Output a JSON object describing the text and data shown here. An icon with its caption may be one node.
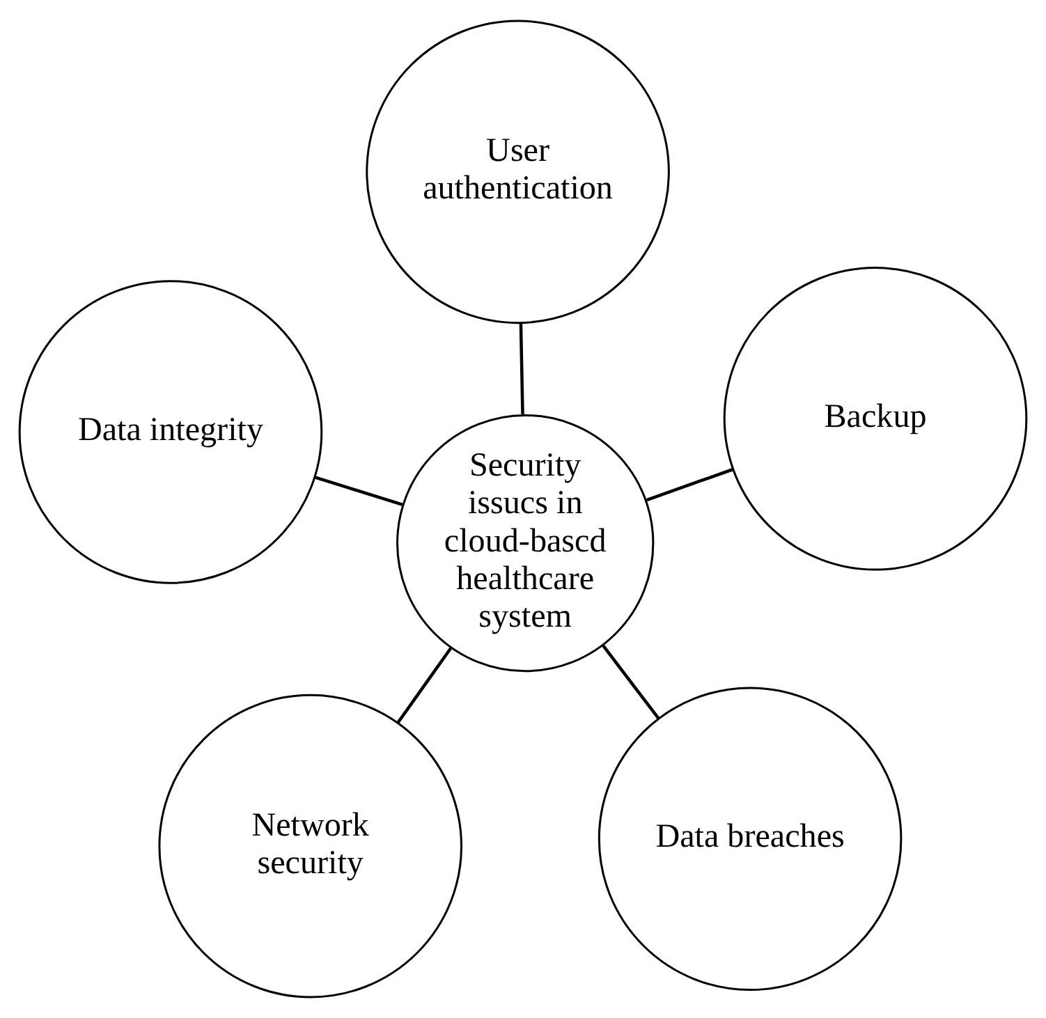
{
  "diagram": {
    "nodes": [
      {
        "text": [
          "Network security"
        ]
      },
      {
        "text": [
          "Data breaches"
        ]
      },
      {
        "text": [
          "Security issucs in cloud-bascd healthcare system"
        ]
      },
      {
        "text": [
          "User authentication"
        ]
      },
      {
        "text": [
          "Backup"
        ]
      },
      {
        "text": [
          "Data integrity"
        ]
      }
    ],
    "edges": [
      {
        "from": 2,
        "to": 0,
        "arrow": "none"
      },
      {
        "from": 2,
        "to": 3,
        "arrow": "none"
      },
      {
        "from": 2,
        "to": 5,
        "arrow": "none"
      },
      {
        "from": 2,
        "to": 4,
        "arrow": "none"
      },
      {
        "from": 2,
        "to": 1,
        "arrow": "none"
      }
    ]
  }
}
